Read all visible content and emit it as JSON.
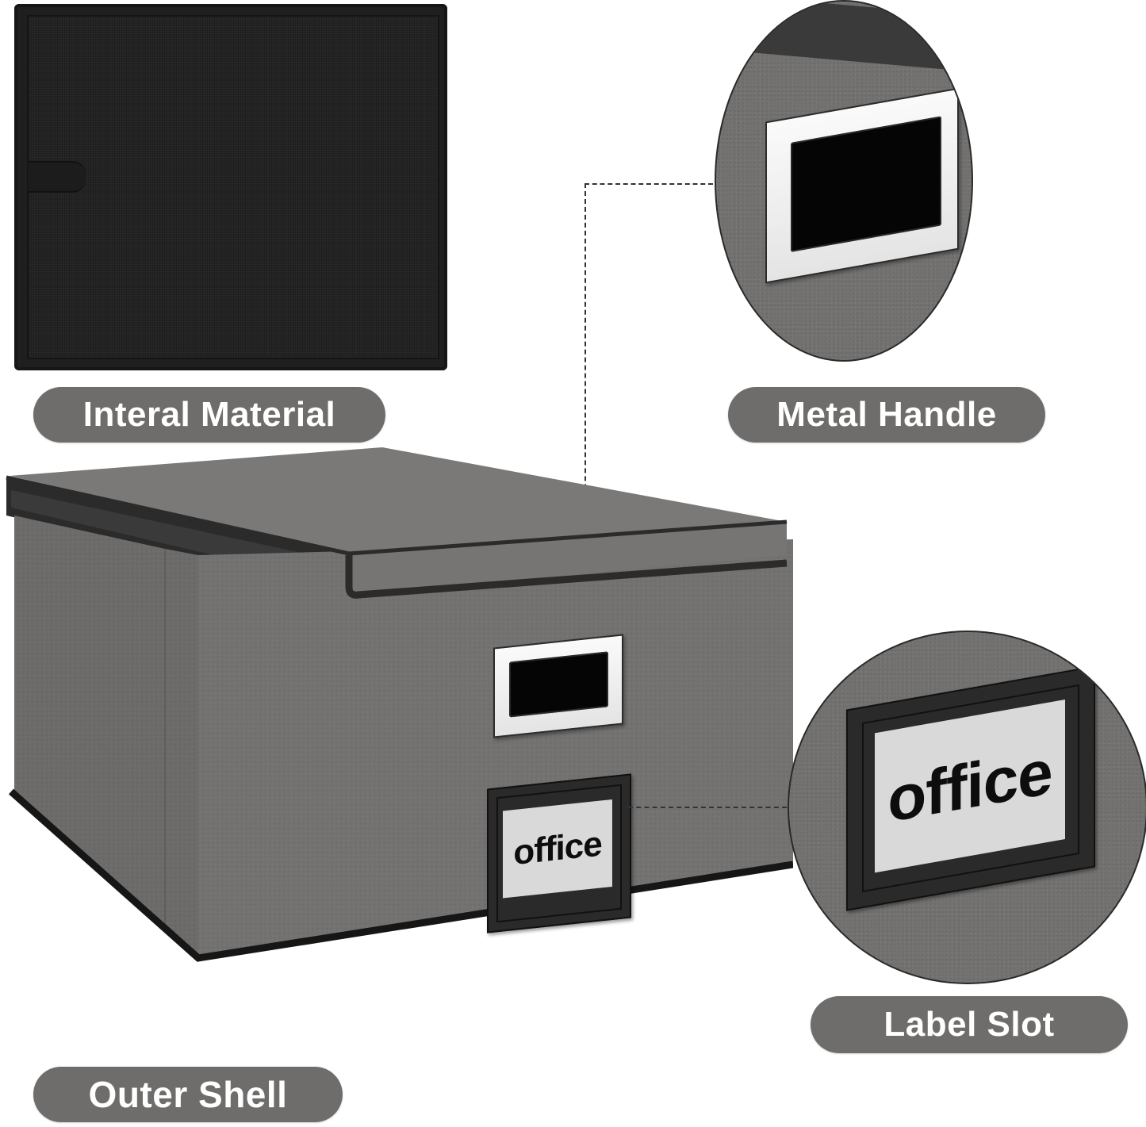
{
  "callouts": {
    "interior": {
      "label": "Interal Material"
    },
    "handle": {
      "label": "Metal Handle"
    },
    "label_slot": {
      "label": "Label Slot"
    },
    "outer": {
      "label": "Outer Shell"
    }
  },
  "box": {
    "label_text": "office"
  },
  "zoom_label": {
    "label_text": "office"
  },
  "colors": {
    "pill_bg": "#6e6d6b",
    "pill_text": "#ffffff",
    "leather_gray": "#737270",
    "trim_black": "#1f1f1f",
    "handle_frame": "#f0f0f0",
    "label_card": "#d9d9d9"
  }
}
